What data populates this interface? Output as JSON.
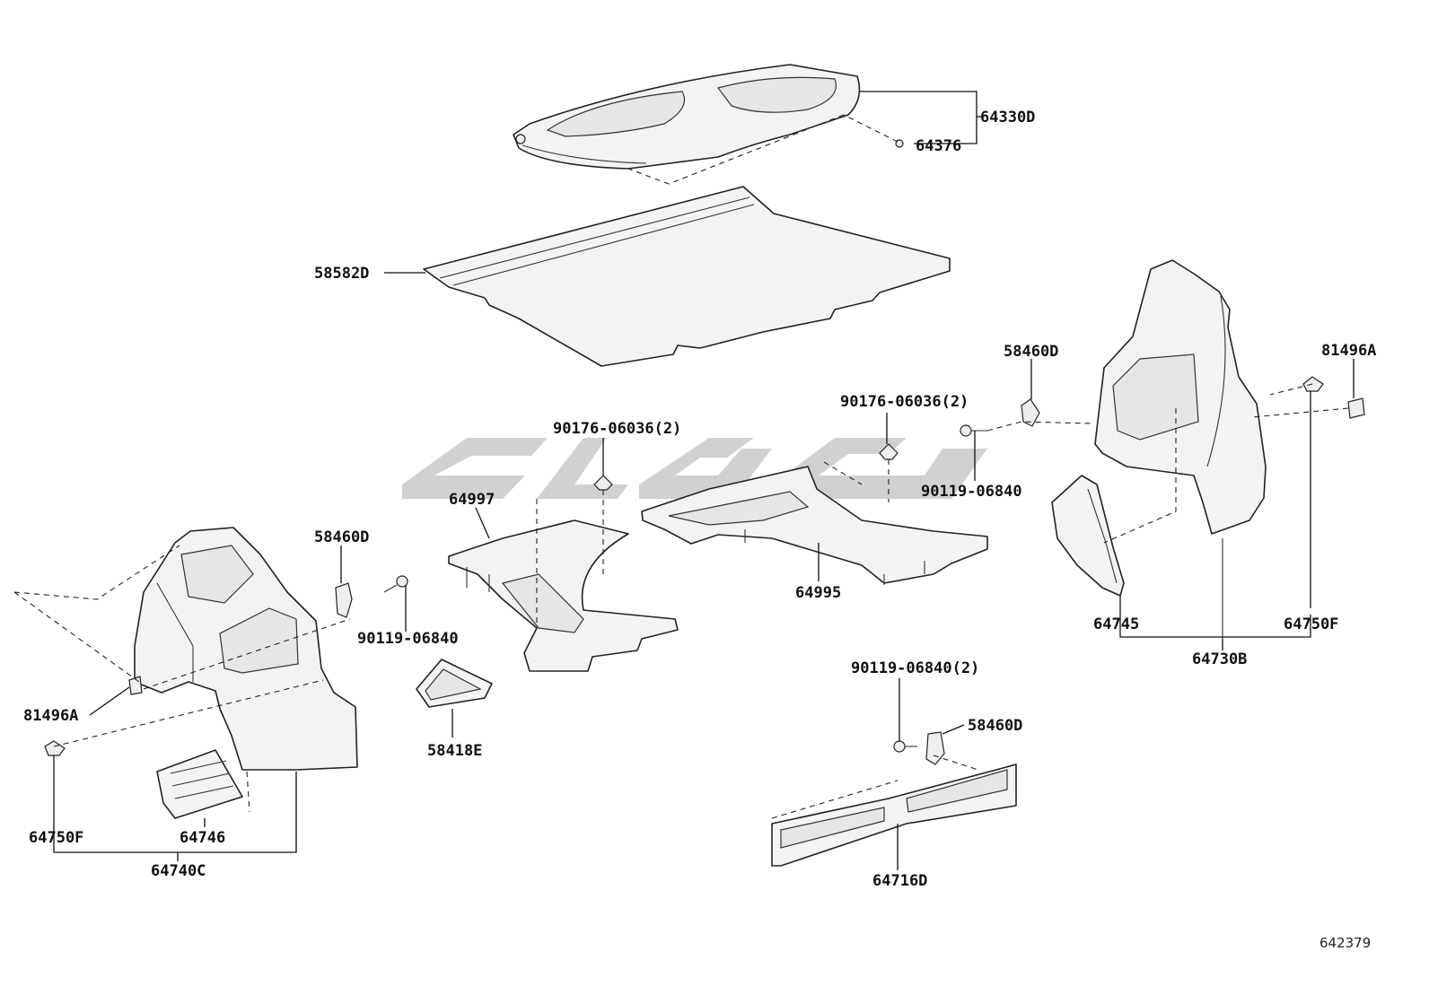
{
  "diagram": {
    "figure_number": "642379",
    "parts": {
      "p64330D": "64330D",
      "p64376": "64376",
      "p58582D": "58582D",
      "p58460D_r": "58460D",
      "p81496A_r": "81496A",
      "p90176_r": "90176-06036(2)",
      "p90119_r": "90119-06840",
      "p90176_c": "90176-06036(2)",
      "p64997": "64997",
      "p64995": "64995",
      "p58460D_l": "58460D",
      "p90119_l": "90119-06840",
      "p64745": "64745",
      "p64750F_r": "64750F",
      "p64730B": "64730B",
      "p81496A_l": "81496A",
      "p58418E": "58418E",
      "p90119_b": "90119-06840(2)",
      "p58460D_b": "58460D",
      "p64750F_l": "64750F",
      "p64746": "64746",
      "p64740C": "64740C",
      "p64716D": "64716D"
    }
  }
}
